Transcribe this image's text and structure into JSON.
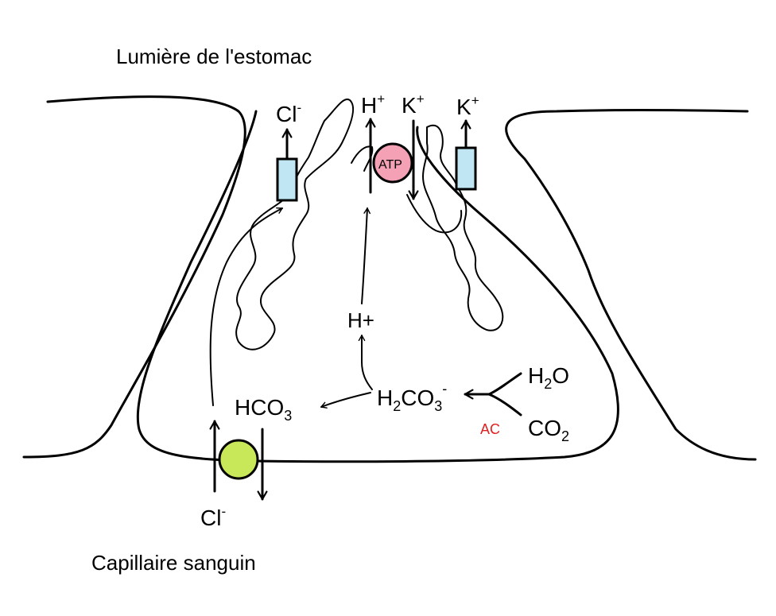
{
  "labels": {
    "lumen": "Lumière de l'estomac",
    "capillary": "Capillaire sanguin",
    "cl_top": {
      "base": "Cl",
      "sup": "-"
    },
    "h_top": {
      "base": "H",
      "sup": "+"
    },
    "k_top_left": {
      "base": "K",
      "sup": "+"
    },
    "k_top_right": {
      "base": "K",
      "sup": "+"
    },
    "atp": "ATP",
    "h_plus_mid": "H+",
    "h2co3": {
      "a": "H",
      "sub1": "2",
      "b": "CO",
      "sub2": "3",
      "sup": "-"
    },
    "hco3": {
      "a": "HCO",
      "sub": "3"
    },
    "h2o": {
      "a": "H",
      "sub": "2",
      "b": "O"
    },
    "co2": {
      "a": "CO",
      "sub": "2"
    },
    "ac": "AC",
    "cl_bottom": {
      "base": "Cl",
      "sup": "-"
    }
  },
  "colors": {
    "atp_fill": "#f4a0b5",
    "exchanger_fill": "#c8e85a",
    "channel_fill": "#bfe6f2",
    "enzyme_text": "#e02020",
    "stroke": "#000000"
  },
  "icons": {
    "atp_pump": "circle",
    "exchanger": "circle",
    "channel": "rectangle"
  }
}
